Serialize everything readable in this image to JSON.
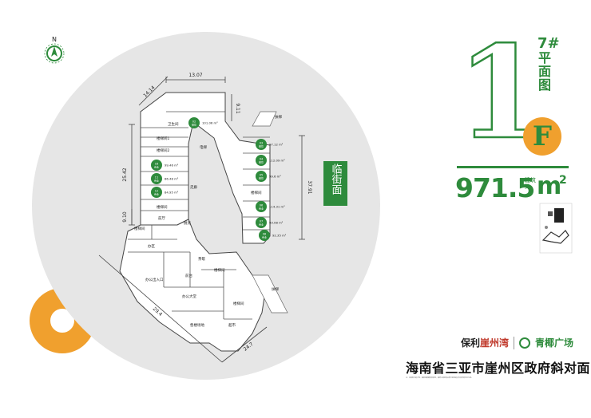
{
  "colors": {
    "brand_green": "#2e8b3c",
    "accent_orange": "#f0a02e",
    "circle_grey": "#e6e6e6"
  },
  "icons": {
    "compass": "north-arrow-icon",
    "keyplan": "site-keyplan-icon"
  },
  "compass": {
    "north": "N"
  },
  "floor_plan": {
    "title_number": "1",
    "building_label": "7#",
    "title": "平面图",
    "zone_letter": "F",
    "area_value": "971.5",
    "area_caption": "建筑约",
    "area_unit": "m",
    "area_unit_sup": "2"
  },
  "street_label": "临街面",
  "dimensions": {
    "top": "13.07",
    "top_left": "14.14",
    "right_upper": "9.11",
    "left": "25.42",
    "right": "37.91",
    "left_lower": "9.10",
    "bottom_long": "29.4",
    "bottom_short": "24.7"
  },
  "rooms": {
    "toilet": "卫生间",
    "stair_1": "楼梯间1",
    "stair_2": "楼梯间2",
    "stair_a": "楼梯间",
    "stair_b": "楼梯间",
    "stair_c": "楼梯间",
    "stair_d": "楼梯间",
    "stair_e": "楼梯间",
    "elevator": "电梯",
    "corridor": "走廊",
    "hall": "前厅",
    "kitchen": "厨房",
    "office_area": "办区",
    "office_entrance": "办公出入口",
    "front_desk": "前台",
    "pantry": "茶歇",
    "office_hall": "办公大堂",
    "sales": "售楼场地",
    "supermarket": "超市",
    "stairs_out_top": "扶梯",
    "stairs_out_bottom": "扶梯"
  },
  "units": [
    {
      "code": "02",
      "use": "餐饮",
      "area": "101.06 m²"
    },
    {
      "code": "03",
      "use": "餐饮",
      "area": "97.12 m²"
    },
    {
      "code": "04",
      "use": "餐饮",
      "area": "112.09 m²"
    },
    {
      "code": "05",
      "use": "餐饮",
      "area": "99.6 m²"
    },
    {
      "code": "06",
      "use": "商业",
      "area": "114.31 m²"
    },
    {
      "code": "07",
      "use": "商业",
      "area": "93.08 m²"
    },
    {
      "code": "08",
      "use": "商业",
      "area": "92.35 m²"
    },
    {
      "code": "16",
      "use": "商业",
      "area": "99.46 m²"
    },
    {
      "code": "11",
      "use": "商业",
      "area": "86.48 m²"
    },
    {
      "code": "12",
      "use": "商业",
      "area": "84.95 m²"
    }
  ],
  "brand": {
    "left_prefix": "保利",
    "left_name": "崖州湾",
    "right": "青椰广场"
  },
  "address": "海南省三亚市崖州区政府斜对面",
  "fine_print": "注：本资料中的户型、面积等数据仅供参考，最终以政府有关部门批准的文件及合同约定为准。"
}
